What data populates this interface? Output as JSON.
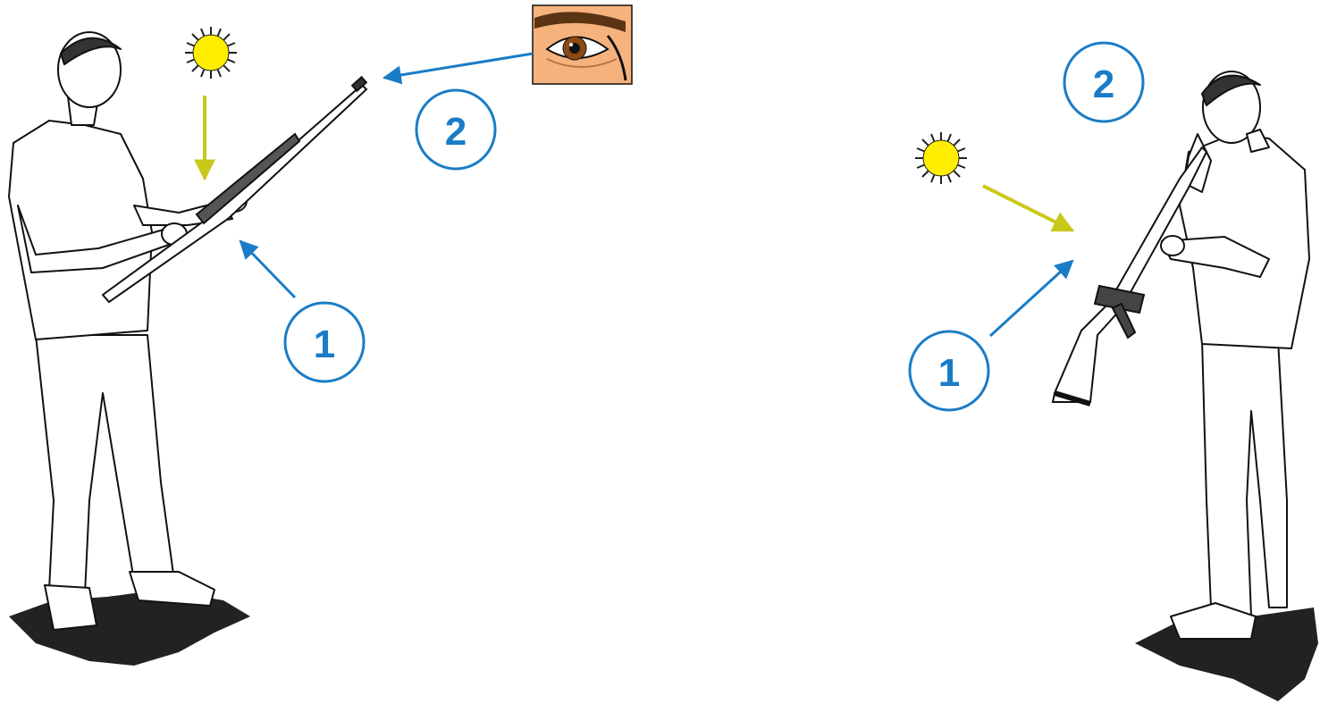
{
  "panels": [
    {
      "id": "left",
      "callouts": [
        {
          "label": "1",
          "color": "#1a7cc7"
        },
        {
          "label": "2",
          "color": "#1a7cc7"
        }
      ]
    },
    {
      "id": "right",
      "callouts": [
        {
          "label": "1",
          "color": "#1a7cc7"
        },
        {
          "label": "2",
          "color": "#1a7cc7"
        }
      ]
    }
  ],
  "colors": {
    "callout_blue": "#1a7cc7",
    "light_arrow": "#c8c81a",
    "sun_fill": "#ffee00",
    "sun_rays": "#222222",
    "skin": "#f6b27c",
    "ink": "#111111"
  },
  "icons": [
    "sun-icon",
    "eye-icon",
    "rifle-icon"
  ]
}
